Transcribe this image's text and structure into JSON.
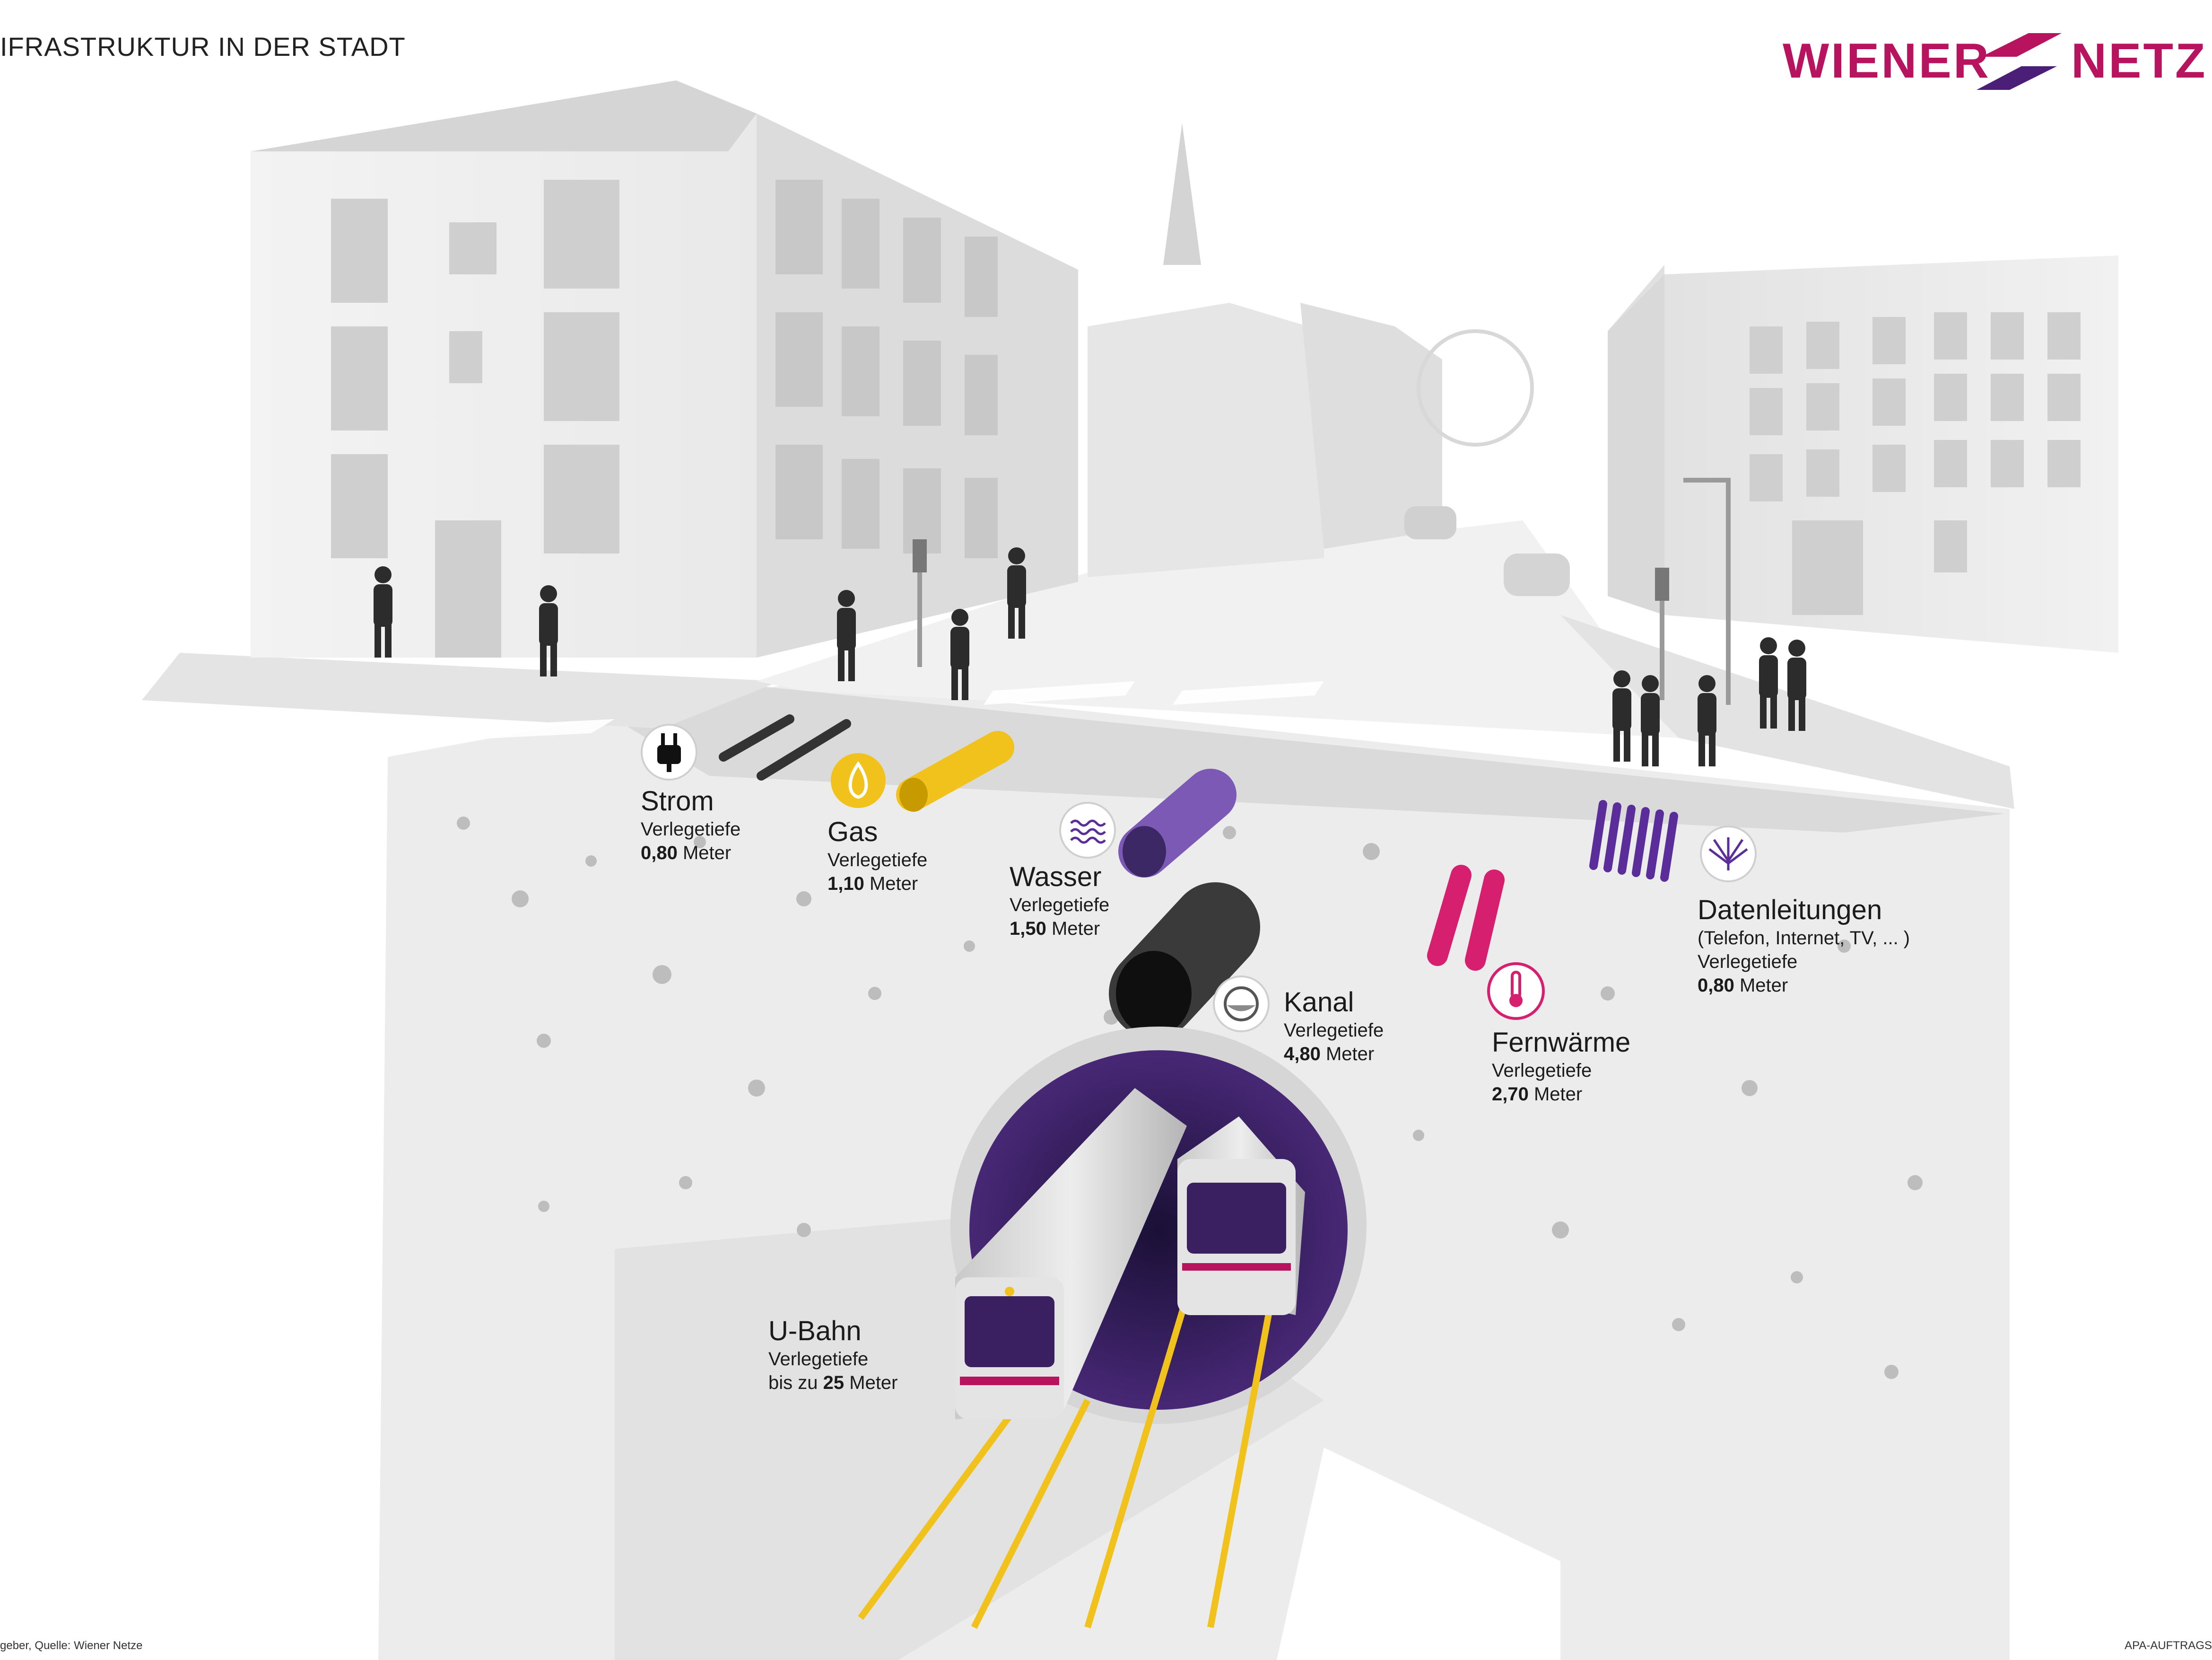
{
  "header": {
    "title": "IFRASTRUKTUR IN DER STADT",
    "logo_word_left": "WIENER",
    "logo_word_right": "NETZ"
  },
  "colors": {
    "brand_magenta": "#b8135f",
    "brand_purple": "#4b1f78",
    "strom_cable": "#333333",
    "gas_pipe": "#f1c21b",
    "wasser_pipe": "#7b59b5",
    "kanal_pipe": "#3a3a3a",
    "fernwaerme_pipe": "#d61f6e",
    "daten_cable": "#5a2d9a",
    "rail": "#f1c21b",
    "ground": "#e6e6e6"
  },
  "utilities": [
    {
      "key": "strom",
      "icon": "plug-icon",
      "name": "Strom",
      "depth_label": "Verlegetiefe",
      "prefix": "",
      "depth_value": "0,80",
      "unit": "Meter"
    },
    {
      "key": "gas",
      "icon": "flame-icon",
      "name": "Gas",
      "depth_label": "Verlegetiefe",
      "prefix": "",
      "depth_value": "1,10",
      "unit": "Meter"
    },
    {
      "key": "wasser",
      "icon": "water-waves-icon",
      "name": "Wasser",
      "depth_label": "Verlegetiefe",
      "prefix": "",
      "depth_value": "1,50",
      "unit": "Meter"
    },
    {
      "key": "kanal",
      "icon": "sewer-icon",
      "name": "Kanal",
      "depth_label": "Verlegetiefe",
      "prefix": "",
      "depth_value": "4,80",
      "unit": "Meter"
    },
    {
      "key": "fernwaerme",
      "icon": "thermometer-icon",
      "name": "Fernwärme",
      "depth_label": "Verlegetiefe",
      "prefix": "",
      "depth_value": "2,70",
      "unit": "Meter"
    },
    {
      "key": "daten",
      "icon": "fiber-optic-icon",
      "name": "Datenleitungen",
      "note": "(Telefon, Internet, TV, ... )",
      "depth_label": "Verlegetiefe",
      "prefix": "",
      "depth_value": "0,80",
      "unit": "Meter"
    },
    {
      "key": "ubahn",
      "icon": "",
      "name": "U-Bahn",
      "depth_label": "Verlegetiefe",
      "prefix": "bis zu",
      "depth_value": "25",
      "unit": "Meter"
    }
  ],
  "footer": {
    "source": "geber, Quelle: Wiener Netze",
    "credit": "APA-AUFTRAGS"
  }
}
